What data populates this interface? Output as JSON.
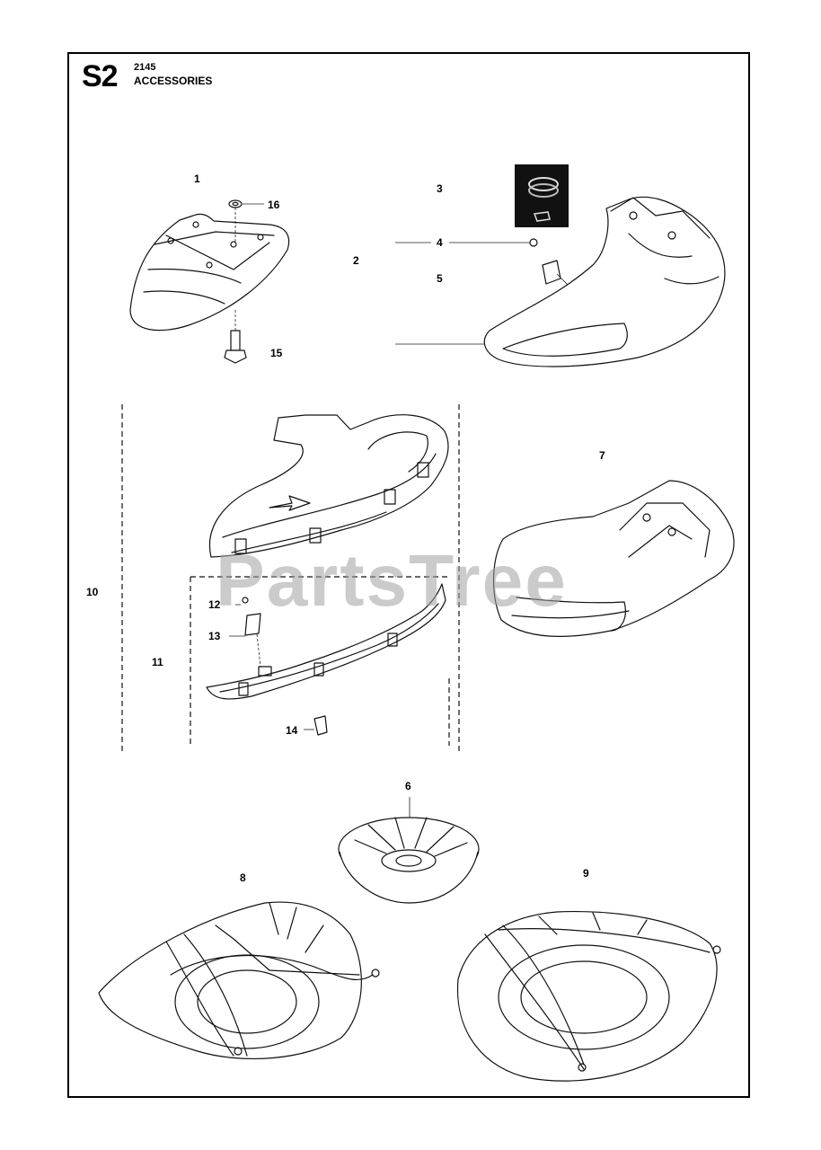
{
  "header": {
    "section_code": "S2",
    "model": "2145",
    "title": "ACCESSORIES"
  },
  "watermark": "PartsTree",
  "callouts": [
    {
      "label": "1"
    },
    {
      "label": "16"
    },
    {
      "label": "15"
    },
    {
      "label": "3"
    },
    {
      "label": "4"
    },
    {
      "label": "2"
    },
    {
      "label": "5"
    },
    {
      "label": "7"
    },
    {
      "label": "10"
    },
    {
      "label": "12"
    },
    {
      "label": "13"
    },
    {
      "label": "11"
    },
    {
      "label": "14"
    },
    {
      "label": "6"
    },
    {
      "label": "8"
    },
    {
      "label": "9"
    }
  ]
}
